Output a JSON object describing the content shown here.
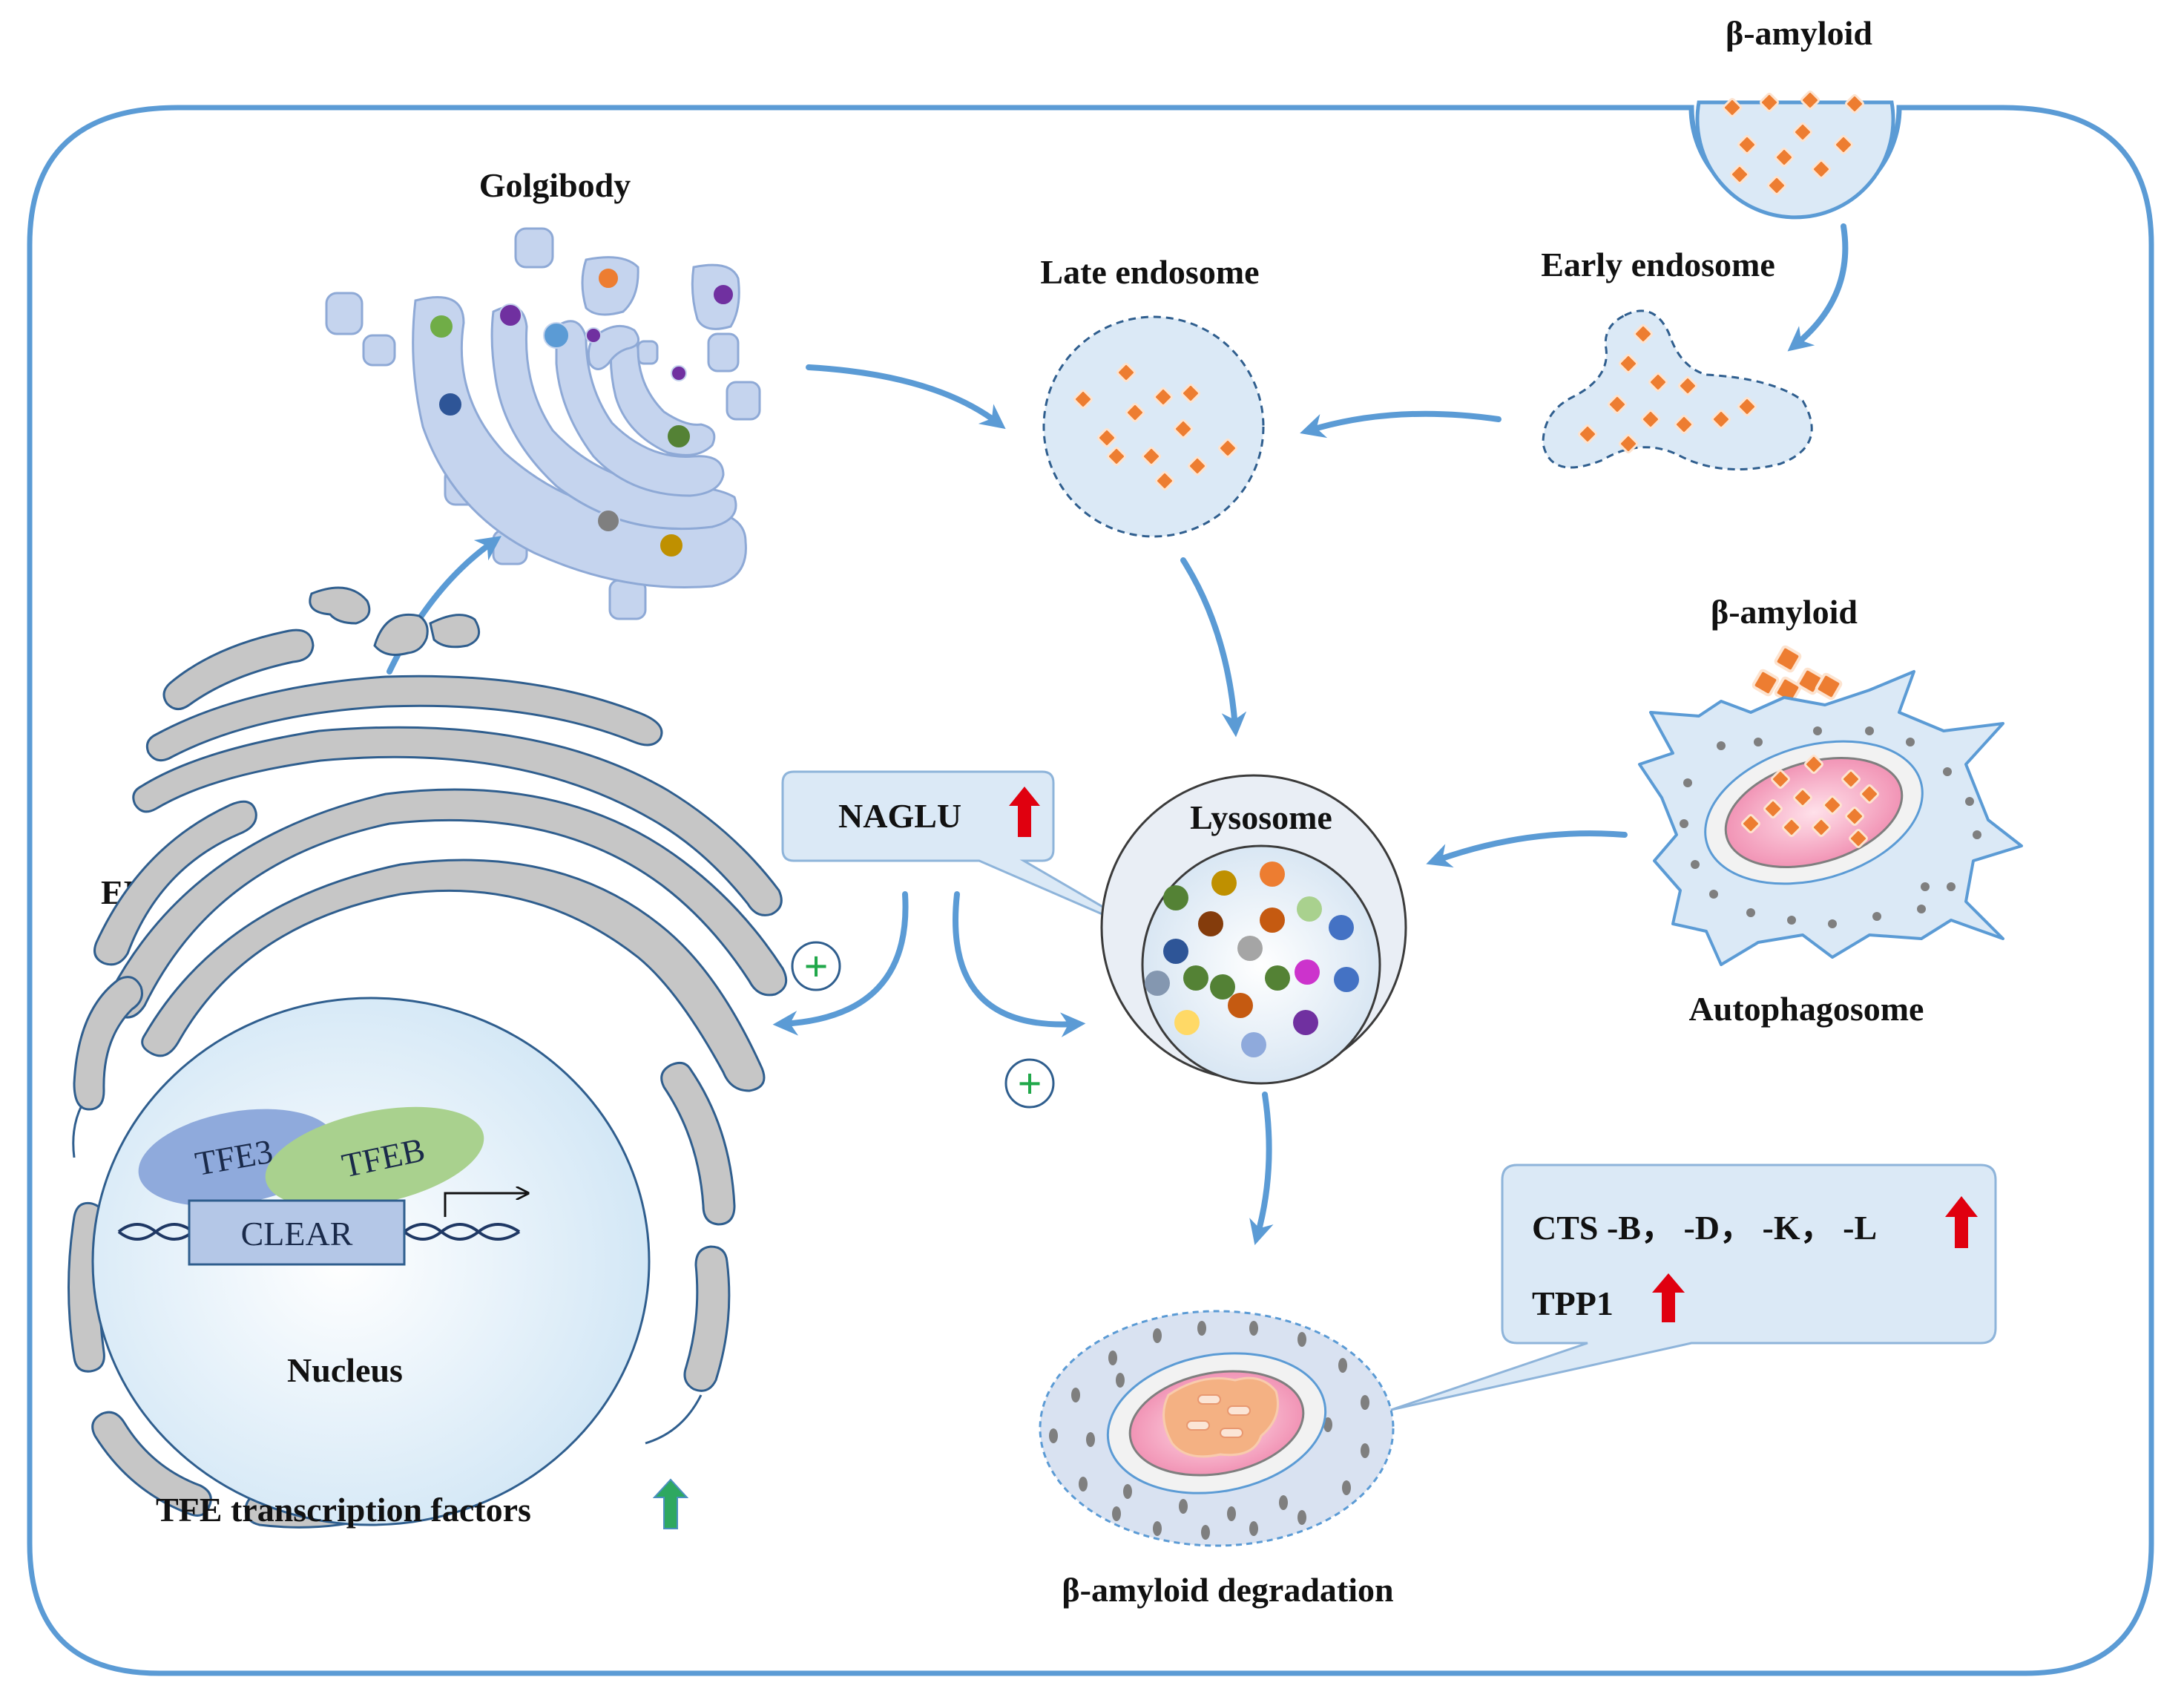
{
  "labels": {
    "beta_amyloid_top": "β-amyloid",
    "early_endosome": "Early endosome",
    "late_endosome": "Late endosome",
    "golgibody": "Golgibody",
    "er": "ER",
    "lysosome": "Lysosome",
    "naglu": "NAGLU",
    "beta_amyloid_right": "β-amyloid",
    "autophagosome": "Autophagosome",
    "tfe3": "TFE3",
    "tfeb": "TFEB",
    "clear": "CLEAR",
    "nucleus": "Nucleus",
    "tfe_factors": "TFE transcription factors",
    "cts": "CTS -B， -D， -K， -L",
    "tpp1": "TPP1",
    "degradation": "β-amyloid degradation"
  },
  "symbols": {
    "plus": "+"
  },
  "colors": {
    "membrane": "#5b9bd5",
    "arrow": "#5b9bd5",
    "cargo": "#ed7d31",
    "up_arrow_red": "#e0000f",
    "up_arrow_green": "#2ea860",
    "plus_green": "#21a84a",
    "lysosome_dots": [
      "#548235",
      "#bf9000",
      "#ed7d31",
      "#a9d18e",
      "#2e5597",
      "#843c0c",
      "#c55a11",
      "#4472c4",
      "#a5a5a5",
      "#548235",
      "#cc33cc",
      "#4472c4",
      "#8497b0",
      "#538135",
      "#c55a11",
      "#548235",
      "#ffd966",
      "#8faadc",
      "#7030a0"
    ]
  }
}
